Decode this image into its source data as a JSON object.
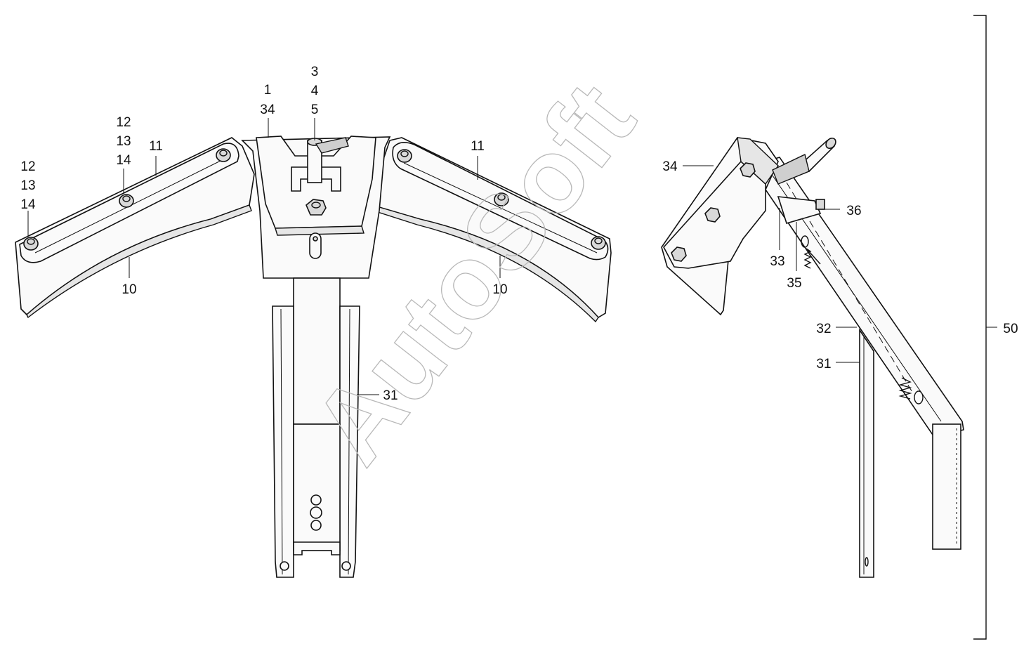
{
  "watermark": "AutoSoft",
  "labels": {
    "front_1": "1",
    "front_34": "34",
    "front_3": "3",
    "front_4": "4",
    "front_5": "5",
    "left_12a": "12",
    "left_13a": "13",
    "left_14a": "14",
    "left_11": "11",
    "left_12b": "12",
    "left_13b": "13",
    "left_14b": "14",
    "left_10": "10",
    "right_11": "11",
    "right_10": "10",
    "front_31": "31",
    "side_34": "34",
    "side_36": "36",
    "side_33": "33",
    "side_35": "35",
    "side_32": "32",
    "side_31": "31",
    "assembly_50": "50"
  }
}
